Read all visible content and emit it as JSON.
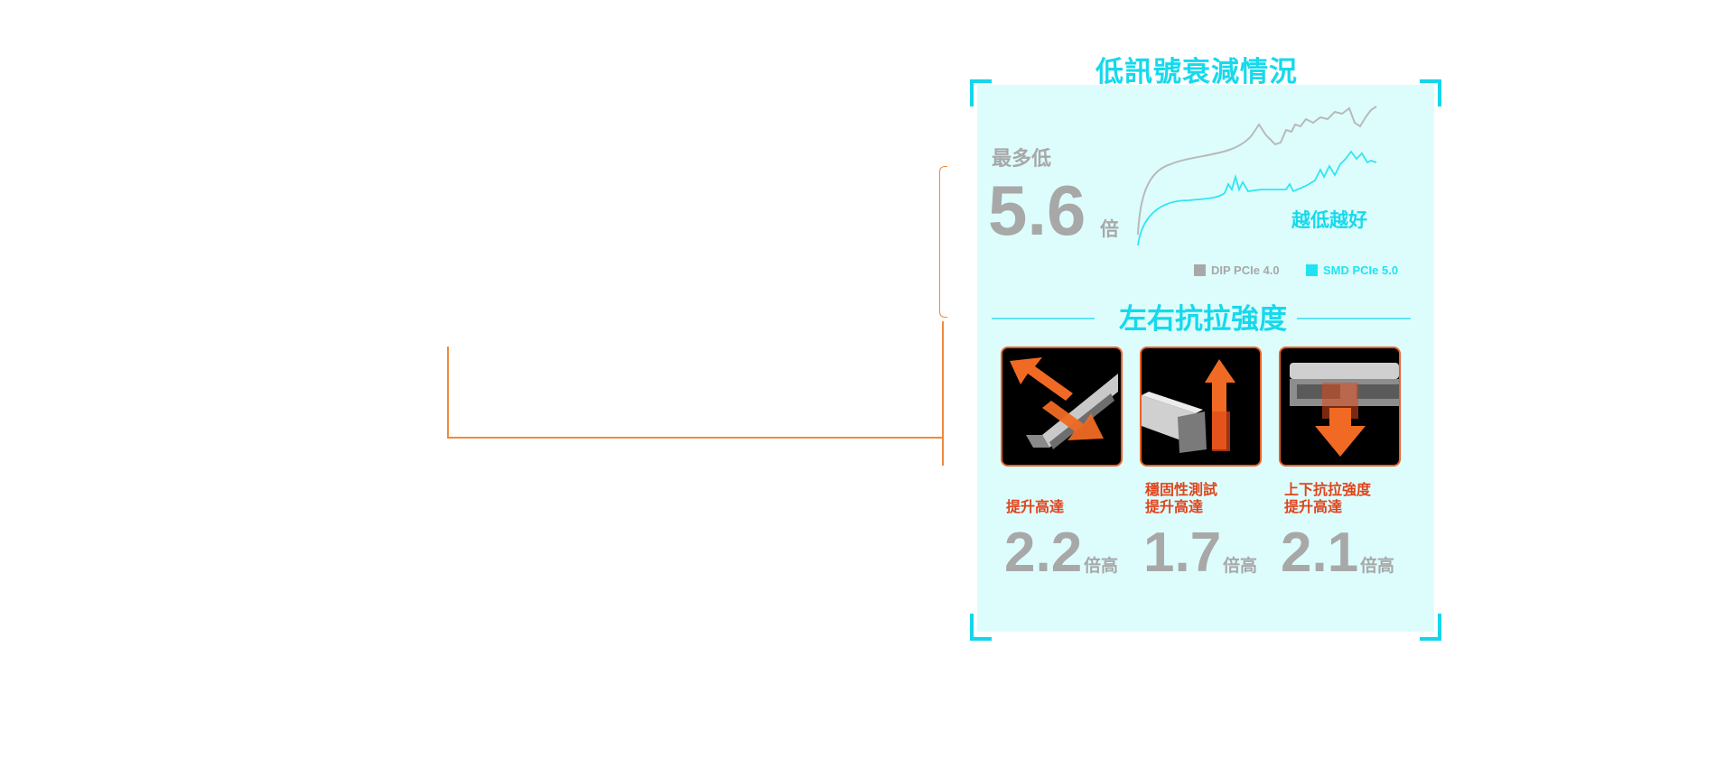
{
  "signal": {
    "title": "低訊號衰減情況",
    "prefix": "最多低",
    "value": "5.6",
    "unit": "倍",
    "tagline": "越低越好",
    "legend": [
      {
        "label": "DIP PCIe 4.0",
        "color": "#a8a8a8"
      },
      {
        "label": "SMD PCIe 5.0",
        "color": "#1fe3f2"
      }
    ]
  },
  "strength": {
    "title": "左右抗拉強度",
    "items": [
      {
        "label_line1": "提升高達",
        "label_line2": "",
        "value": "2.2",
        "unit": "倍高",
        "icon": "diagonal-pull-arrows-icon"
      },
      {
        "label_line1": "穩固性測試",
        "label_line2": "提升高達",
        "value": "1.7",
        "unit": "倍高",
        "icon": "upward-pull-arrow-icon"
      },
      {
        "label_line1": "上下抗拉強度",
        "label_line2": "提升高達",
        "value": "2.1",
        "unit": "倍高",
        "icon": "downward-pull-arrow-icon"
      }
    ]
  },
  "colors": {
    "accent": "#17d9ec",
    "panel_bg": "#ddfdfd",
    "grey_text": "#a8a8a8",
    "red_text": "#e0441c",
    "connector": "#f08a3c"
  }
}
